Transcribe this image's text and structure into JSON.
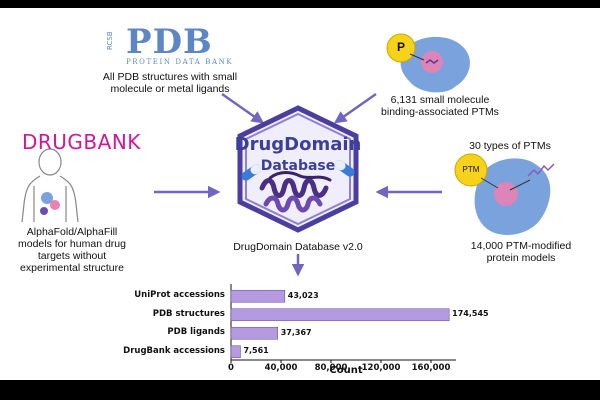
{
  "sources": {
    "pdb": {
      "logo_rcsb": "RCSB",
      "logo_text": "PDB",
      "logo_sub": "PROTEIN DATA BANK",
      "caption_line1": "All PDB structures with small",
      "caption_line2": "molecule or metal ligands"
    },
    "ptm_binding": {
      "badge": "P",
      "caption_line1": "6,131 small molecule",
      "caption_line2": "binding-associated PTMs"
    },
    "drugbank": {
      "logo_text": "DRUGBANK",
      "caption_line1": "AlphaFold/AlphaFill",
      "caption_line2": "models for human drug",
      "caption_line3": "targets without",
      "caption_line4": "experimental structure"
    },
    "ptm_models": {
      "header": "30 types of PTMs",
      "badge": "PTM",
      "caption_line1": "14,000 PTM-modified",
      "caption_line2": "protein models"
    }
  },
  "hub": {
    "title_line1": "DrugDomain",
    "title_line2": "Database",
    "caption": "DrugDomain Database v2.0"
  },
  "colors": {
    "arrow": "#6f66c4",
    "hex_outer": "#4a3f9e",
    "hex_mid": "#8f7fd6",
    "hex_fill": "#f1eefc",
    "protein": "#4a2f86",
    "bar": "#b49be0",
    "bar_edge": "#6a55a8",
    "pdb_blue": "#5e86c5",
    "drugbank_pink": "#d4159a",
    "ptm_yellow": "#f6d21b",
    "protein_blob": "#7aa3de",
    "ptm_pink": "#ee7fb1"
  },
  "chart_data": {
    "type": "bar",
    "orientation": "horizontal",
    "categories": [
      "UniProt accessions",
      "PDB structures",
      "PDB ligands",
      "DrugBank accessions"
    ],
    "values": [
      43023,
      174545,
      37367,
      7561
    ],
    "value_labels": [
      "43,023",
      "174,545",
      "37,367",
      "7,561"
    ],
    "xlabel": "Count",
    "xlim": [
      0,
      180000
    ],
    "xticks": [
      0,
      40000,
      80000,
      120000,
      160000
    ],
    "xtick_labels": [
      "0",
      "40,000",
      "80,000",
      "120,000",
      "160,000"
    ],
    "grid": false
  }
}
